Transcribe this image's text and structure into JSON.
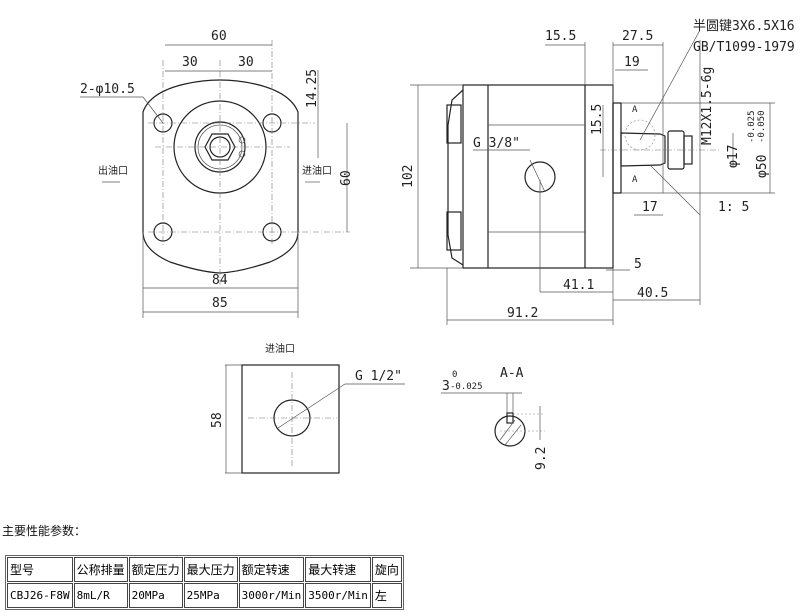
{
  "front_view": {
    "dim_60_top": "60",
    "dim_30_left": "30",
    "dim_30_right": "30",
    "hole_callout": "2-φ10.5",
    "dim_14_25": "14.25",
    "dim_60_side": "60",
    "dim_84": "84",
    "dim_85": "85",
    "outlet_label": "出油口",
    "inlet_label": "进油口"
  },
  "side_view": {
    "dim_15_5_top": "15.5",
    "dim_27_5": "27.5",
    "dim_19": "19",
    "key_spec": "半圆键3X6.5X16",
    "key_standard": "GB/T1099-1979",
    "thread_spec": "M12X1.5-6g",
    "dim_phi17": "φ17",
    "dim_phi50": "φ50",
    "phi50_tol_upper": "-0.025",
    "phi50_tol_lower": "-0.050",
    "port_label": "G 3/8\"",
    "dim_15_5_vert": "15.5",
    "section_mark_top": "A",
    "section_mark_bottom": "A",
    "dim_17": "17",
    "taper": "1: 5",
    "dim_102": "102",
    "dim_5": "5",
    "dim_41_1": "41.1",
    "dim_40_5": "40.5",
    "dim_91_2": "91.2"
  },
  "inlet_view": {
    "title": "进油口",
    "port_label": "G 1/2\"",
    "dim_58": "58"
  },
  "section_view": {
    "title": "A-A",
    "key_width": "3",
    "key_tol_upper": "0",
    "key_tol_lower": "-0.025",
    "dim_9_2": "9.2"
  },
  "specs": {
    "title": "主要性能参数：",
    "headers": [
      "型号",
      "公称排量",
      "额定压力",
      "最大压力",
      "额定转速",
      "最大转速",
      "旋向"
    ],
    "row": [
      "CBJ26-F8W",
      "8mL/R",
      "20MPa",
      "25MPa",
      "3000r/Min",
      "3500r/Min",
      "左"
    ]
  }
}
